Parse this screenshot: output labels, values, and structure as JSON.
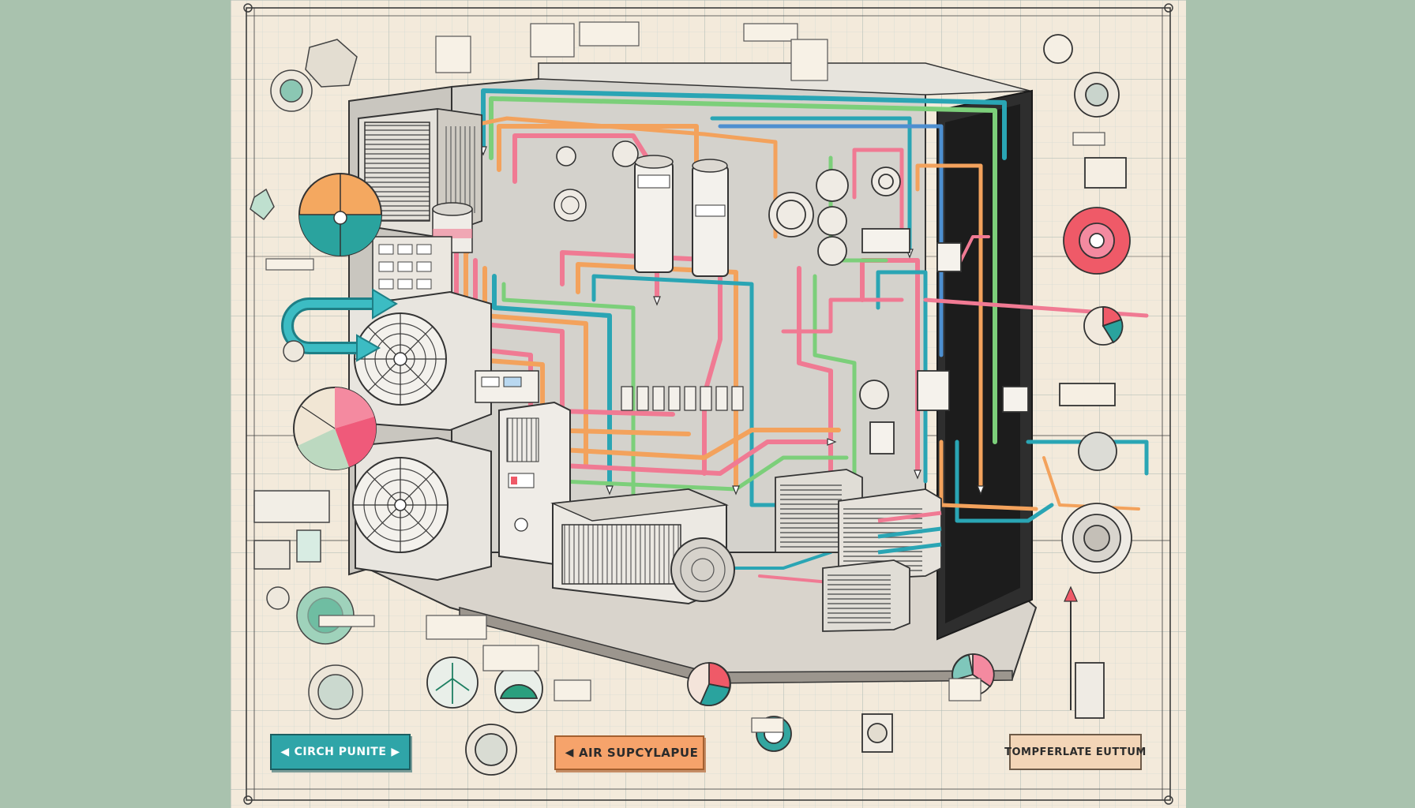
{
  "labels": {
    "left_button": "CIRCH PUNITE",
    "middle_button": "AIR SUPCYLAPUE",
    "right_button": "TOMPFERLATE EUTTUM"
  },
  "icons": {
    "left_arrow": "◀",
    "right_arrow": "▶",
    "mid_arrow": "◀"
  },
  "colors": {
    "background": "#a9c2ae",
    "paper": "#f3eadb",
    "pipe_pink": "#f07a93",
    "pipe_orange": "#f3a25c",
    "pipe_teal": "#2aa5b4",
    "pipe_green": "#7ccf7a",
    "pipe_blue": "#4d8fd0",
    "accent_red": "#ef5a68",
    "accent_teal": "#2aa39e"
  }
}
